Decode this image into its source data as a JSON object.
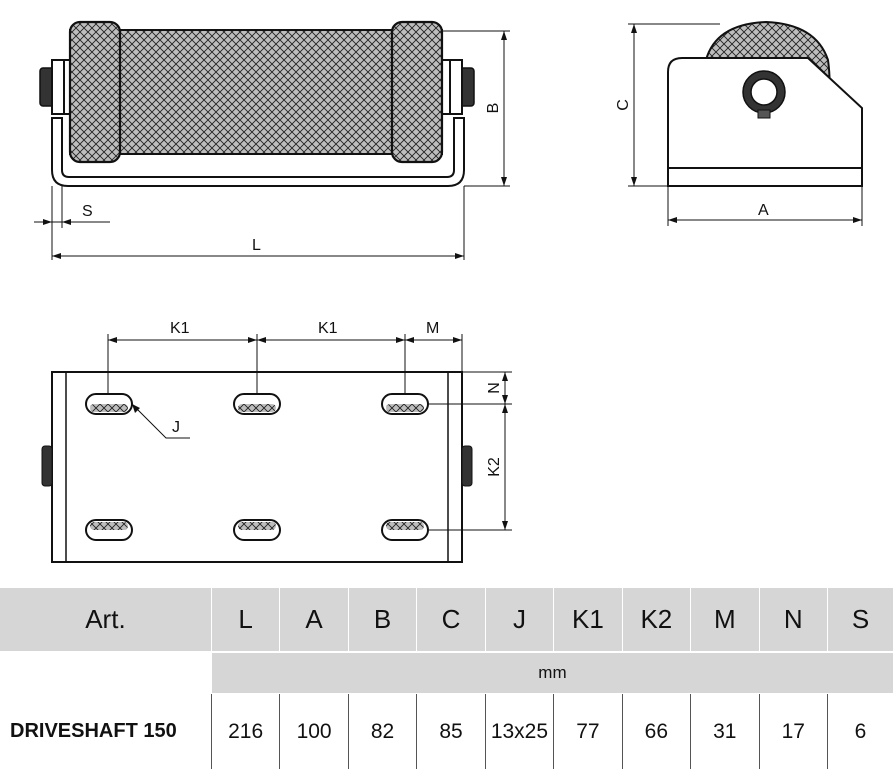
{
  "drawing": {
    "labels": {
      "S": "S",
      "L": "L",
      "B": "B",
      "C": "C",
      "A": "A",
      "K1a": "K1",
      "K1b": "K1",
      "M": "M",
      "N": "N",
      "J": "J",
      "K2": "K2"
    }
  },
  "table": {
    "headers": [
      "Art.",
      "L",
      "A",
      "B",
      "C",
      "J",
      "K1",
      "K2",
      "M",
      "N",
      "S"
    ],
    "unit": "mm",
    "rows": [
      [
        "DRIVESHAFT 150",
        "216",
        "100",
        "82",
        "85",
        "13x25",
        "77",
        "66",
        "31",
        "17",
        "6"
      ]
    ]
  }
}
